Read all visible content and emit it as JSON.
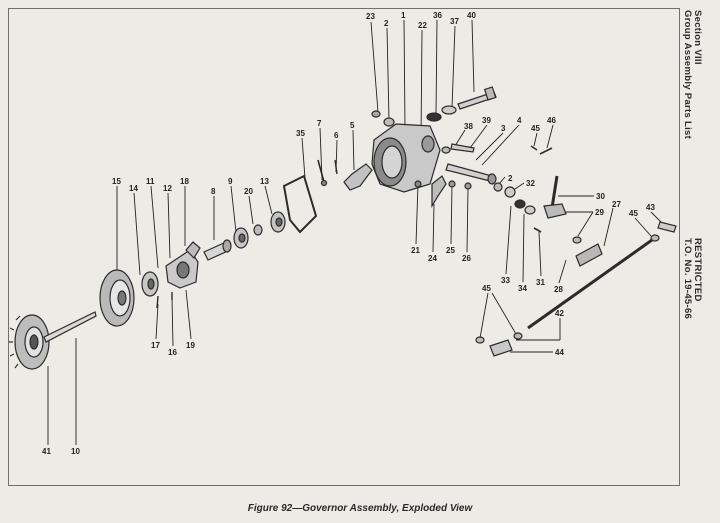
{
  "margin": {
    "section": "Section VIII",
    "group": "Group Assembly Parts List",
    "restricted": "RESTRICTED",
    "to_number": "T.O. No. 19-45-66"
  },
  "caption": "Figure 92—Governor Assembly, Exploded View",
  "callouts": {
    "c23": "23",
    "c2a": "2",
    "c1": "1",
    "c22": "22",
    "c36": "36",
    "c37": "37",
    "c40": "40",
    "c35": "35",
    "c7": "7",
    "c6": "6",
    "c5": "5",
    "c38": "38",
    "c39": "39",
    "c3": "3",
    "c4": "4",
    "c45a": "45",
    "c46": "46",
    "c15": "15",
    "c14": "14",
    "c11": "11",
    "c12": "12",
    "c18": "18",
    "c8": "8",
    "c9": "9",
    "c20": "20",
    "c13": "13",
    "c2b": "2",
    "c32": "32",
    "c30": "30",
    "c27": "27",
    "c29": "29",
    "c45b": "45",
    "c43": "43",
    "c21": "21",
    "c24": "24",
    "c25": "25",
    "c26": "26",
    "c33": "33",
    "c34": "34",
    "c31": "31",
    "c28": "28",
    "c17": "17",
    "c16": "16",
    "c19": "19",
    "c45c": "45",
    "c42": "42",
    "c44": "44",
    "c41": "41",
    "c10": "10"
  },
  "colors": {
    "paper": "#ecebe6",
    "ink": "#222222",
    "frame": "#6f6f6f"
  }
}
